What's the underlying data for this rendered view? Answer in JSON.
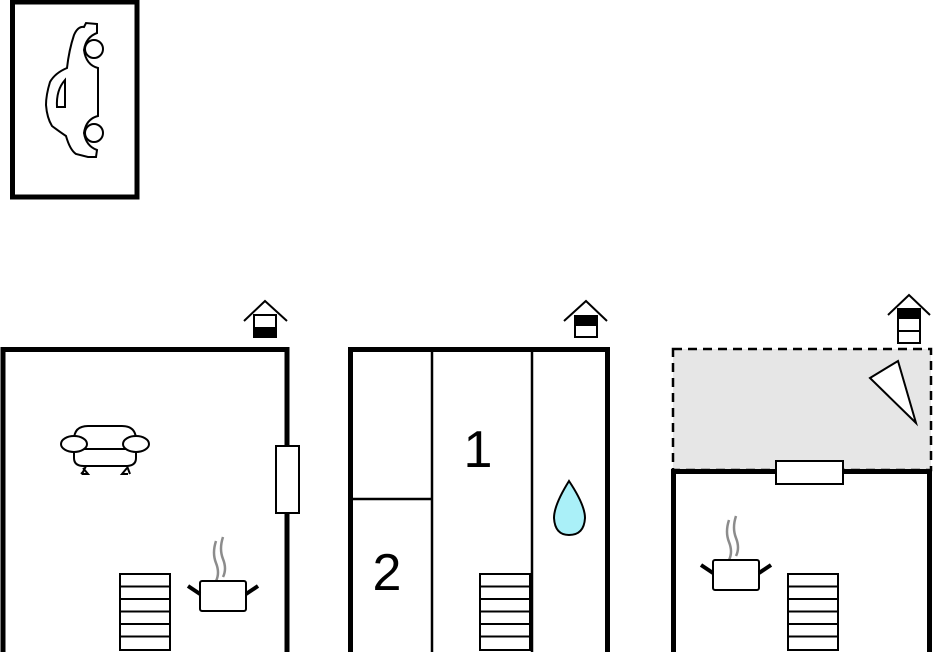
{
  "plans": {
    "parking": {
      "icon": "car-icon"
    },
    "ground_floor": {
      "icons": [
        "sofa-icon",
        "stairs-icon",
        "cooking-pot-icon",
        "window-icon",
        "floor-level-house-icon"
      ]
    },
    "first_floor": {
      "room_labels": [
        "1",
        "2"
      ],
      "icons": [
        "water-drop-icon",
        "stairs-icon",
        "floor-level-house-icon"
      ]
    },
    "top_floor": {
      "icons": [
        "terrace-area",
        "camera-view-icon",
        "window-icon",
        "cooking-pot-icon",
        "stairs-icon",
        "floor-level-house-icon"
      ]
    }
  },
  "colors": {
    "wall": "#000000",
    "terrace": "#e6e6e6",
    "water": "#aaf0f8",
    "steam": "#8c8c8c"
  }
}
